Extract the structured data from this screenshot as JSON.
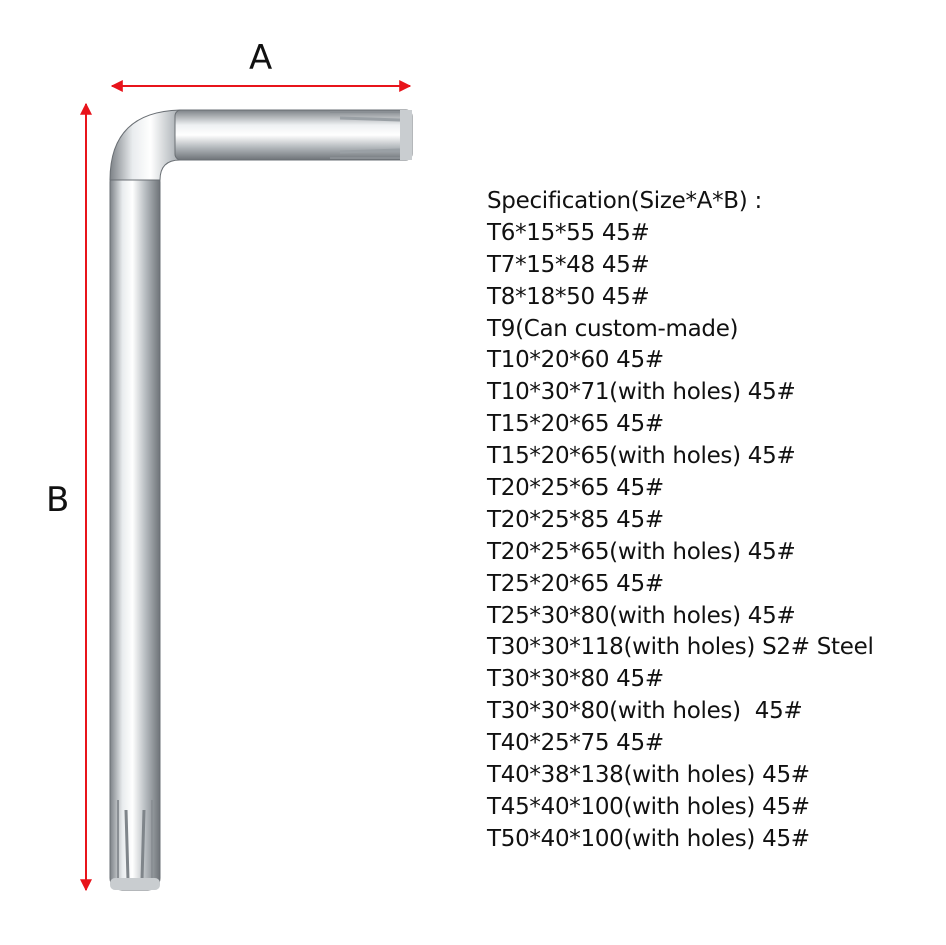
{
  "dimension_labels": {
    "a": "A",
    "b": "B"
  },
  "colors": {
    "arrow": "#e8141b",
    "text": "#111111",
    "steel_light": "#eef0f2",
    "steel_dark": "#8a8f94"
  },
  "spec": {
    "title": "Specification(Size*A*B) :",
    "items": [
      "T6*15*55 45#",
      "T7*15*48 45#",
      "T8*18*50 45#",
      "T9(Can custom-made)",
      "T10*20*60 45#",
      "T10*30*71(with holes) 45#",
      "T15*20*65 45#",
      "T15*20*65(with holes) 45#",
      "T20*25*65 45#",
      "T20*25*85 45#",
      "T20*25*65(with holes) 45#",
      "T25*20*65 45#",
      "T25*30*80(with holes) 45#",
      "T30*30*118(with holes) S2# Steel",
      "T30*30*80 45#",
      "T30*30*80(with holes)  45#",
      "T40*25*75 45#",
      "T40*38*138(with holes) 45#",
      "T45*40*100(with holes) 45#",
      "T50*40*100(with holes) 45#"
    ]
  }
}
